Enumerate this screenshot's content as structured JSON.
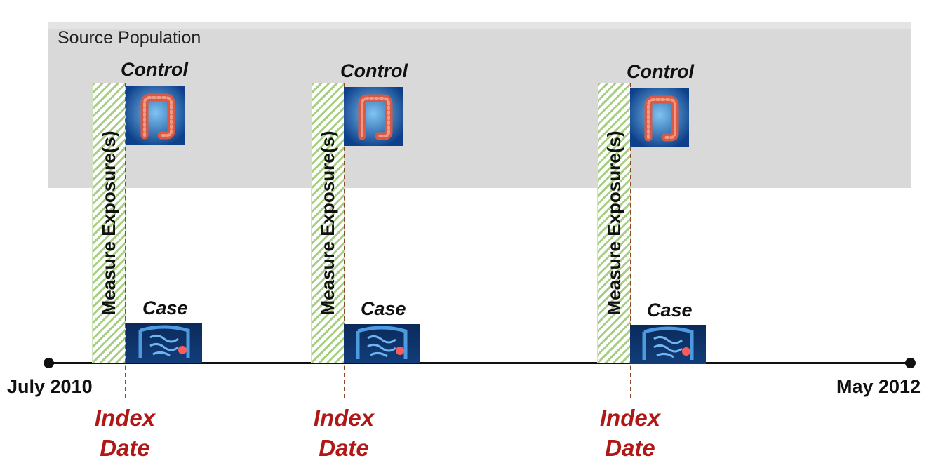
{
  "source_population": {
    "label": "Source Population"
  },
  "timeline": {
    "start_label": "July 2010",
    "end_label": "May 2012"
  },
  "groups": [
    {
      "control_label": "Control",
      "case_label": "Case",
      "exposure_label": "Measure Exposure(s)",
      "index_line1": "Index",
      "index_line2": "Date"
    },
    {
      "control_label": "Control",
      "case_label": "Case",
      "exposure_label": "Measure Exposure(s)",
      "index_line1": "Index",
      "index_line2": "Date"
    },
    {
      "control_label": "Control",
      "case_label": "Case",
      "exposure_label": "Measure Exposure(s)",
      "index_line1": "Index",
      "index_line2": "Date"
    }
  ],
  "colors": {
    "index_text": "#b01818",
    "index_line": "#8b4a2b",
    "exposure_stripe": "#a7cf84",
    "band": "#d9d9d9"
  },
  "icons": {
    "control_image": "colon-image-icon",
    "case_image": "intestine-xray-image-icon"
  }
}
